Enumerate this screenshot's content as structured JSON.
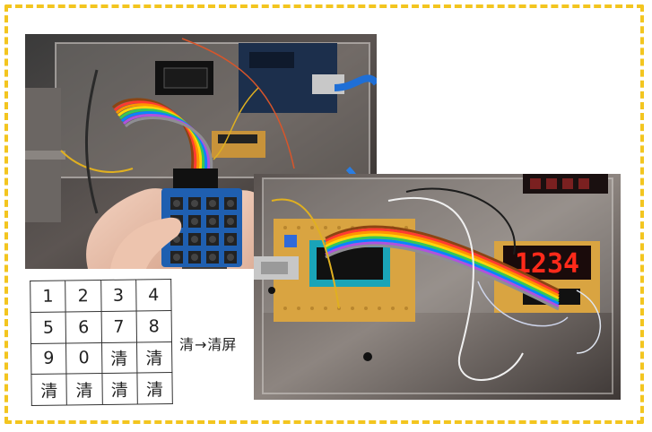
{
  "colors": {
    "frame_border": "#f3c51f",
    "pcb": "#d9a441",
    "display_digits": "#ff2a1a",
    "ribbon": [
      "#8b4513",
      "#ff3b30",
      "#ff9500",
      "#ffd60a",
      "#34c759",
      "#0a84ff",
      "#af52de",
      "#8e8e93",
      "#ffffff",
      "#1c1c1e"
    ]
  },
  "display": {
    "digits": "1234"
  },
  "keypad_grid": {
    "rows": [
      [
        "1",
        "2",
        "3",
        "4"
      ],
      [
        "5",
        "6",
        "7",
        "8"
      ],
      [
        "9",
        "0",
        "清",
        "清"
      ],
      [
        "清",
        "清",
        "清",
        "清"
      ]
    ]
  },
  "note": {
    "from": "清",
    "arrow": "→",
    "to": "清屏"
  }
}
